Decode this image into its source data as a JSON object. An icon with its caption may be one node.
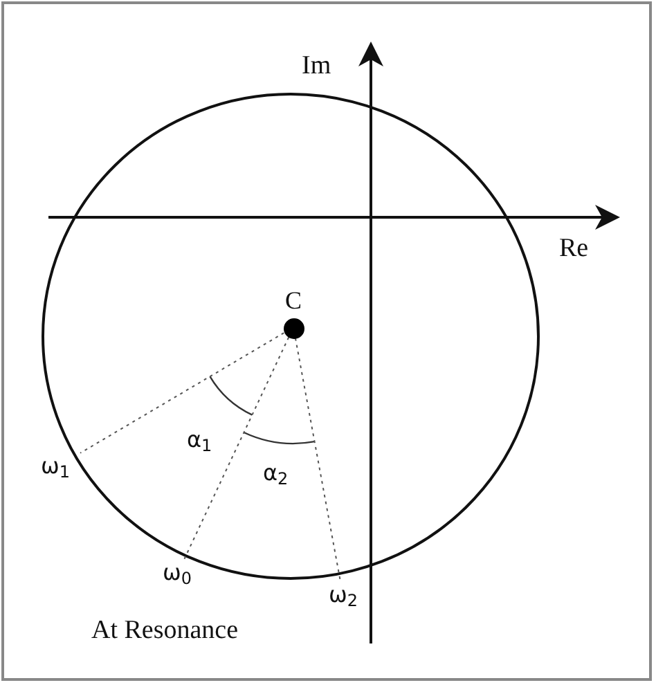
{
  "diagram": {
    "nodes": [
      {
        "text": [
          "C"
        ]
      },
      {
        "text": [
          "ω$_{1}$"
        ]
      },
      {
        "text": [
          "ω$_{0}$"
        ]
      },
      {
        "text": [
          "ω$_{2}$"
        ]
      }
    ],
    "edges": [
      {
        "from": 0,
        "to": 1,
        "arrow": "none",
        "style": "dashed"
      },
      {
        "from": 0,
        "to": 2,
        "arrow": "none",
        "style": "dashed"
      },
      {
        "from": 0,
        "to": 3,
        "arrow": "none",
        "style": "dashed"
      }
    ],
    "labels": [
      "Im",
      "Re",
      "α$_{1}$",
      "α$_{2}$",
      "At Resonance"
    ]
  }
}
